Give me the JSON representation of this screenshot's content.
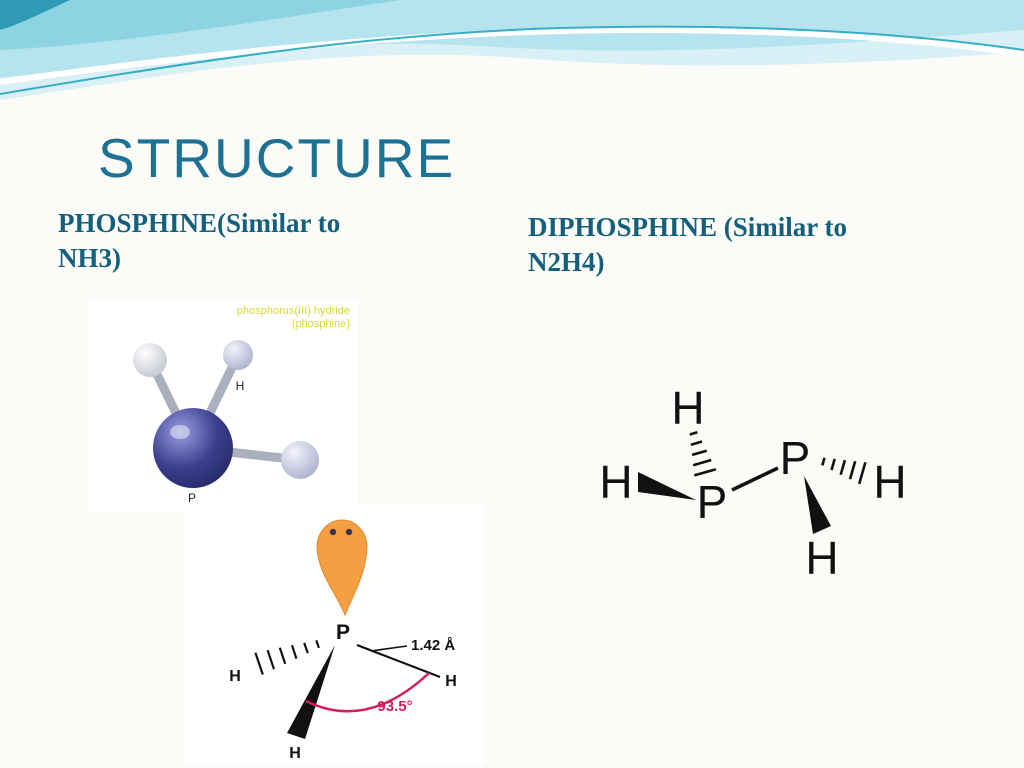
{
  "slide": {
    "title": "STRUCTURE",
    "left_heading_line1": "PHOSPHINE(Similar to",
    "left_heading_line2": "NH3)",
    "right_heading_line1": "DIPHOSPHINE (Similar to",
    "right_heading_line2": "N2H4)"
  },
  "ball_stick": {
    "caption_line1": "phosphorus(III) hydride",
    "caption_line2": "(phosphine)",
    "h_label": "H",
    "p_label": "P"
  },
  "angle_figure": {
    "p_label": "P",
    "h_left": "H",
    "h_bottom": "H",
    "h_right": "H",
    "bond_length": "1.42 Å",
    "bond_angle": "93.5°"
  },
  "diphosphine": {
    "h_top": "H",
    "h_left": "H",
    "p_left": "P",
    "p_right": "P",
    "h_right": "H",
    "h_bottom": "H"
  },
  "colors": {
    "title_teal": "#1d7293",
    "heading_teal": "#14607c",
    "lone_pair_orange": "#f59e42",
    "angle_red": "#d81b60",
    "caption_yellow": "#d8d83a"
  }
}
